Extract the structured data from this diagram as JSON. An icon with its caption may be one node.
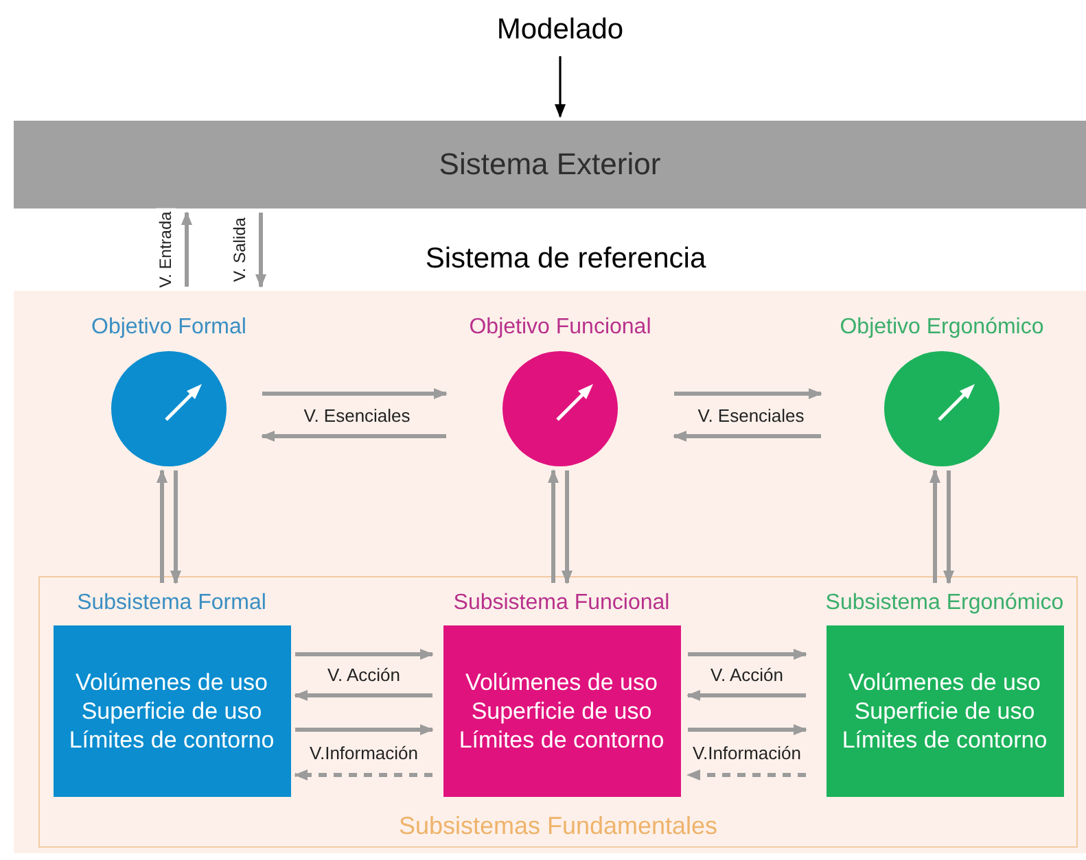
{
  "diagram": {
    "nodes": [
      {
        "text": [
          "Modelado"
        ]
      },
      {
        "text": [
          "Sistema Exterior"
        ]
      },
      {
        "text": [],
        "shape": "box"
      },
      {
        "text": [
          "Objetivo Formal"
        ],
        "in": 2
      },
      {
        "text": [
          "Objetivo Funcional"
        ],
        "in": 2
      },
      {
        "text": [
          "Objetivo Ergonómico"
        ],
        "in": 2
      },
      {
        "text": [
          "Subsistemas Fundamentales"
        ],
        "in": 2
      },
      {
        "text": [
          "Subsistema Formal",
          "Volúmenes de uso Superficie de uso Límites de contorno"
        ],
        "in": 6
      },
      {
        "text": [
          "Subsistema Funcional",
          "Volúmenes de uso Superficie de uso Límites de contorno"
        ],
        "in": 6
      },
      {
        "text": [
          "Subsistema Ergonómico",
          "Volúmenes de uso Superficie de uso Límites de contorno"
        ],
        "in": 6
      }
    ],
    "edges": [
      {
        "from": 0,
        "to": 1,
        "arrow": "to",
        "color": "#000000"
      },
      {
        "from": 2,
        "to": 1,
        "arrow": "to",
        "label": "V. Entrada"
      },
      {
        "from": 1,
        "to": 2,
        "arrow": "to",
        "label": "V. Salida"
      },
      {
        "from": 3,
        "to": 4,
        "arrow": "to",
        "label": "V. Esenciales"
      },
      {
        "from": 4,
        "to": 3,
        "arrow": "to"
      },
      {
        "from": 4,
        "to": 5,
        "arrow": "to",
        "label": "V. Esenciales"
      },
      {
        "from": 5,
        "to": 4,
        "arrow": "to"
      },
      {
        "from": 7,
        "to": 3,
        "arrow": "to"
      },
      {
        "from": 3,
        "to": 7,
        "arrow": "to"
      },
      {
        "from": 8,
        "to": 4,
        "arrow": "to"
      },
      {
        "from": 4,
        "to": 8,
        "arrow": "to"
      },
      {
        "from": 9,
        "to": 5,
        "arrow": "to"
      },
      {
        "from": 5,
        "to": 9,
        "arrow": "to"
      },
      {
        "from": 7,
        "to": 8,
        "arrow": "to",
        "label": "V. Acción"
      },
      {
        "from": 8,
        "to": 7,
        "arrow": "to"
      },
      {
        "from": 7,
        "to": 8,
        "arrow": "to",
        "label": "V.Información"
      },
      {
        "from": 8,
        "to": 7,
        "arrow": "to",
        "style": "dashed"
      },
      {
        "from": 8,
        "to": 9,
        "arrow": "to",
        "label": "V. Acción"
      },
      {
        "from": 9,
        "to": 8,
        "arrow": "to"
      },
      {
        "from": 8,
        "to": 9,
        "arrow": "to",
        "label": "V.Información"
      },
      {
        "from": 9,
        "to": 8,
        "arrow": "to",
        "style": "dashed"
      }
    ],
    "labels": [
      "Sistema de referencia"
    ]
  }
}
